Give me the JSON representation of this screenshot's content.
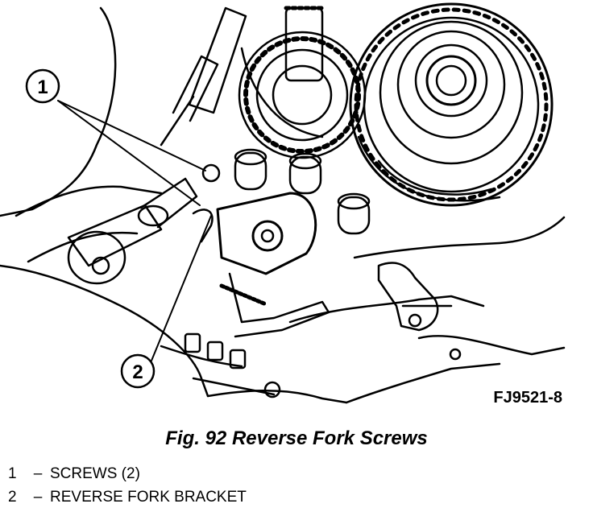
{
  "figure": {
    "id_label": "FJ9521-8",
    "caption": "Fig. 92 Reverse Fork Screws"
  },
  "callouts": [
    {
      "number": "1"
    },
    {
      "number": "2"
    }
  ],
  "legend": [
    {
      "number": "1",
      "separator": "–",
      "label": "SCREWS (2)"
    },
    {
      "number": "2",
      "separator": "–",
      "label": "REVERSE FORK BRACKET"
    }
  ],
  "colors": {
    "ink": "#000000",
    "paper": "#ffffff"
  }
}
